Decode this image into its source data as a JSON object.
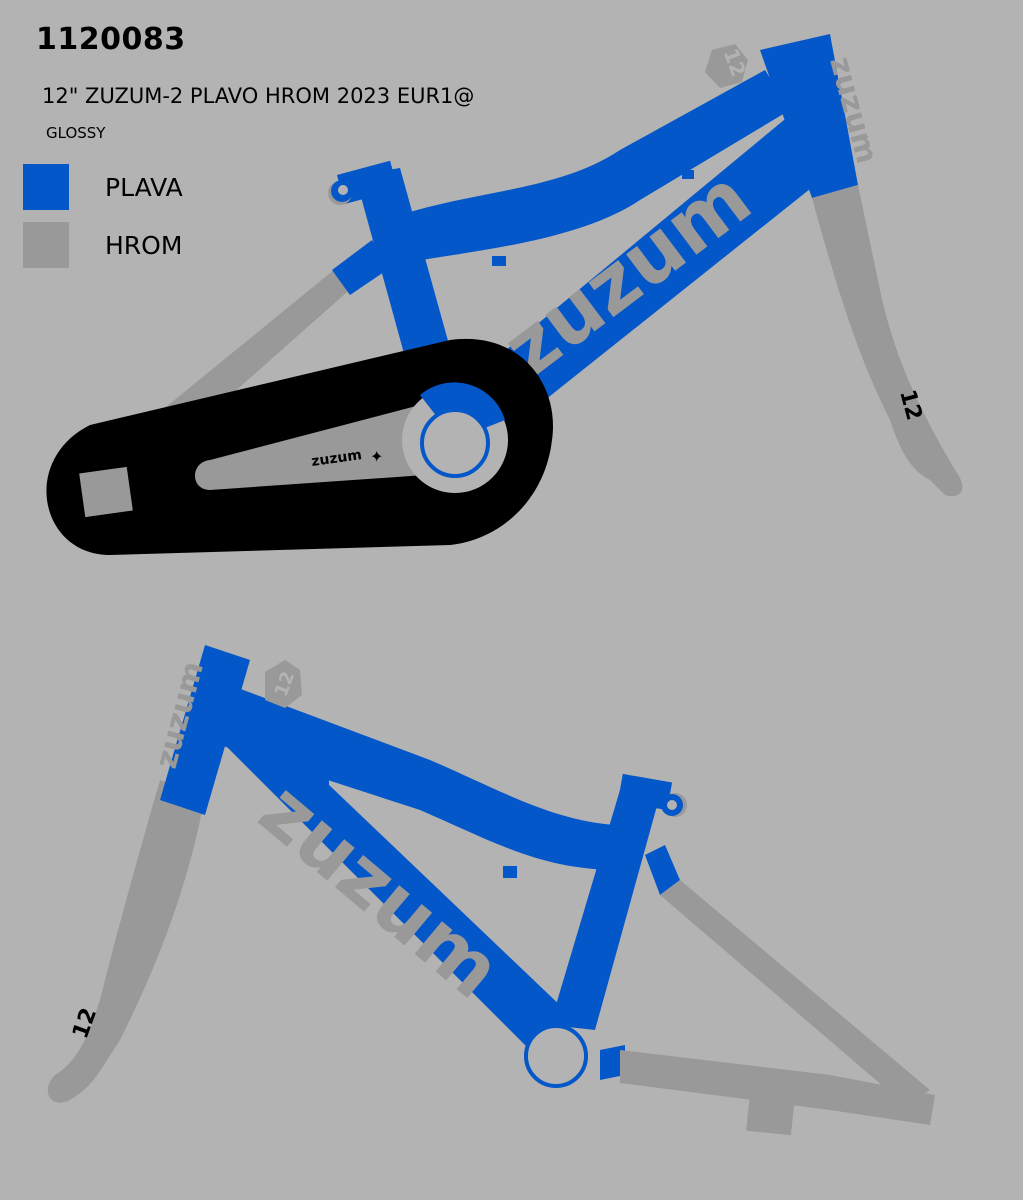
{
  "header": {
    "code": "1120083",
    "title": "12\" ZUZUM-2 PLAVO HROM 2023 EUR1@",
    "finish": "GLOSSY"
  },
  "legend": [
    {
      "label": "PLAVA",
      "color": "#0457c9"
    },
    {
      "label": "HROM",
      "color": "#999999"
    }
  ],
  "colors": {
    "background": "#b3b3b3",
    "frame_blue": "#0457c9",
    "chrome_gray": "#999999",
    "chainguard": "#000000"
  },
  "views": {
    "top": {
      "brand_downtube": "zuzum",
      "brand_headtube": "zuzum",
      "brand_chainguard": "zuzum",
      "size_badge": "12",
      "fork_size": "12"
    },
    "bottom": {
      "brand_downtube": "zuzum",
      "brand_headtube": "zuzum",
      "size_badge": "12",
      "fork_size": "12"
    }
  }
}
